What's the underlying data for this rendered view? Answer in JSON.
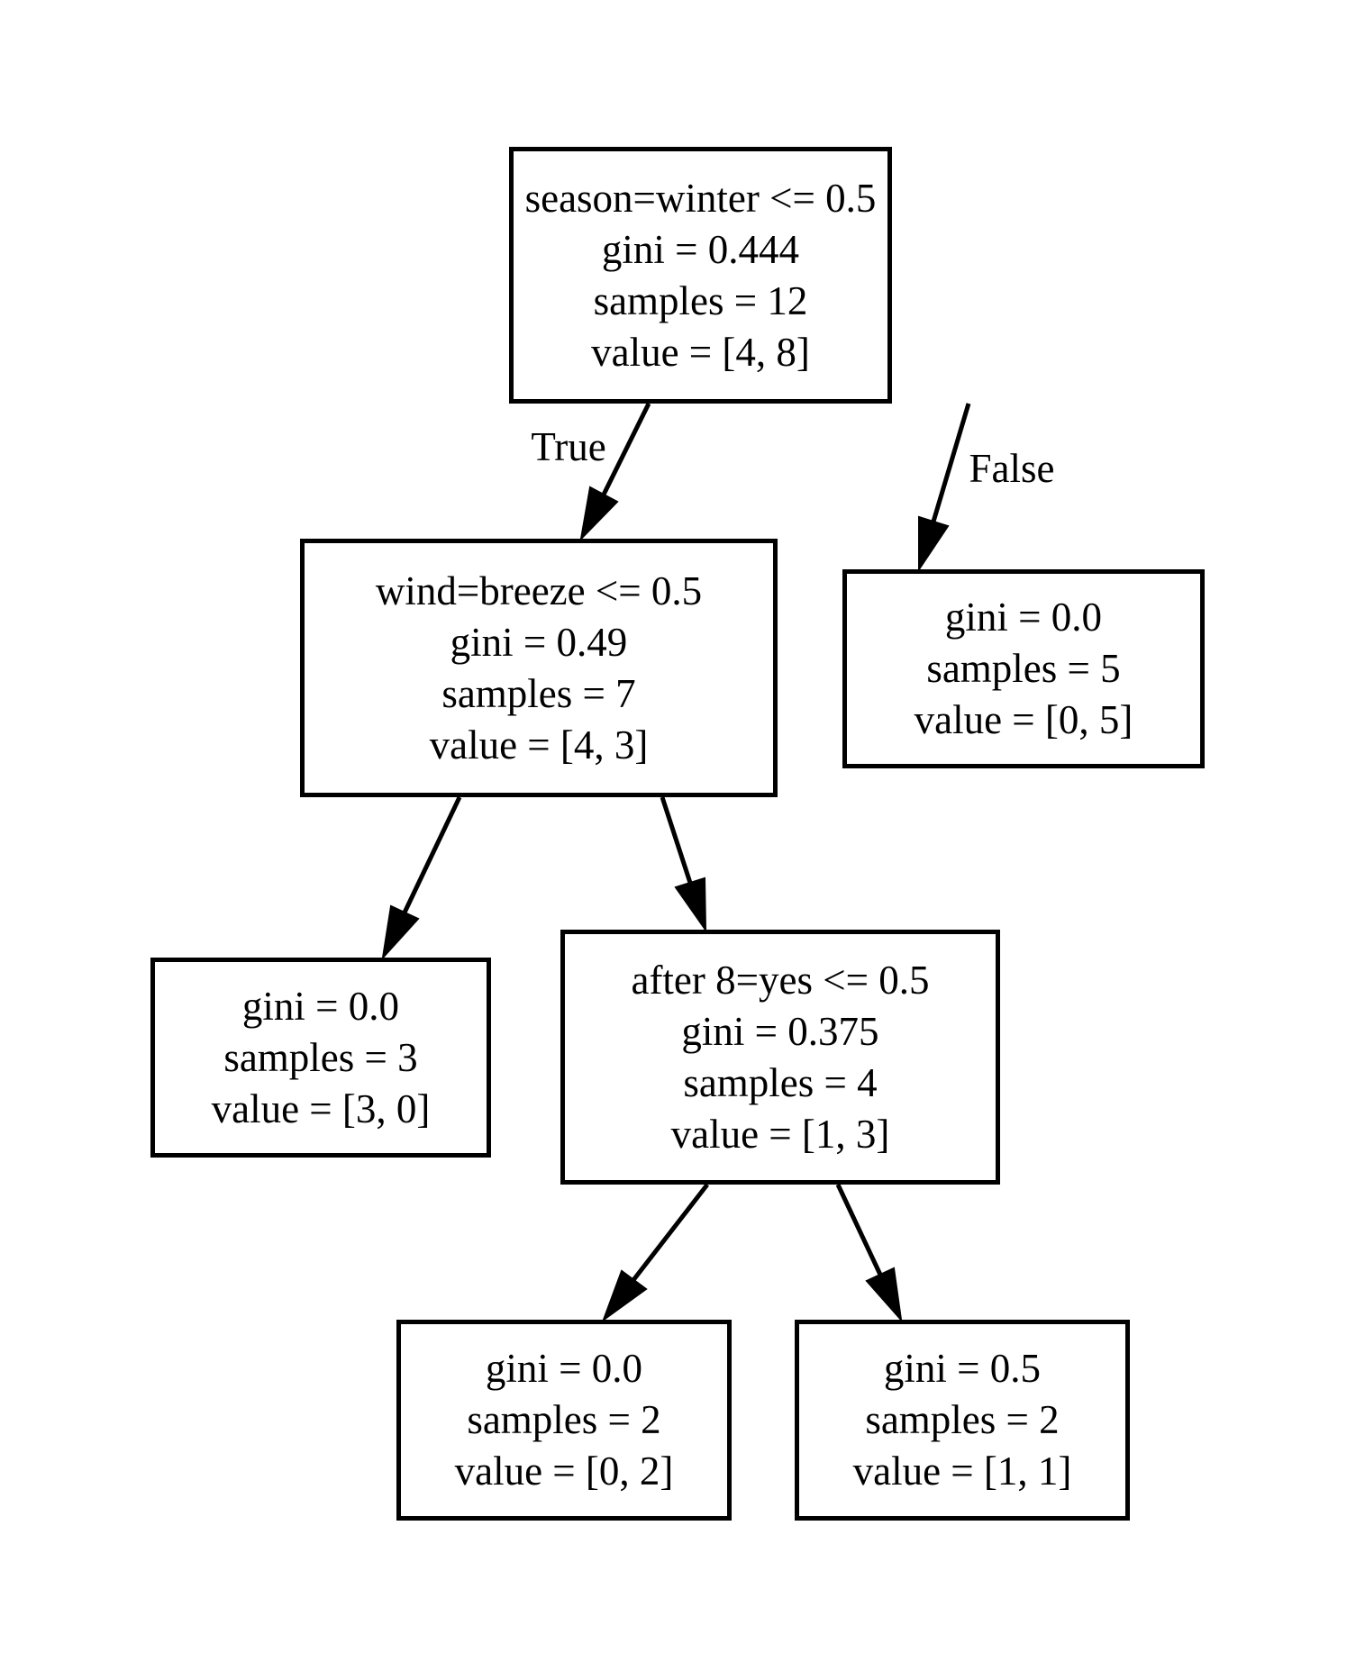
{
  "figure": {
    "type": "decision-tree",
    "criterion": "gini"
  },
  "colors": {
    "background": "#ffffff",
    "node_border": "#000000",
    "edge": "#000000",
    "text": "#000000"
  },
  "nodes": [
    {
      "id": "root",
      "lines": [
        "season=winter <= 0.5",
        "gini = 0.444",
        "samples = 12",
        "value = [4, 8]"
      ]
    },
    {
      "id": "winter-true",
      "lines": [
        "wind=breeze <= 0.5",
        "gini = 0.49",
        "samples = 7",
        "value = [4, 3]"
      ]
    },
    {
      "id": "winter-false",
      "lines": [
        "gini = 0.0",
        "samples = 5",
        "value = [0, 5]"
      ]
    },
    {
      "id": "breeze-true",
      "lines": [
        "gini = 0.0",
        "samples = 3",
        "value = [3, 0]"
      ]
    },
    {
      "id": "breeze-false",
      "lines": [
        "after 8=yes <= 0.5",
        "gini = 0.375",
        "samples = 4",
        "value = [1, 3]"
      ]
    },
    {
      "id": "after8-true",
      "lines": [
        "gini = 0.0",
        "samples = 2",
        "value = [0, 2]"
      ]
    },
    {
      "id": "after8-false",
      "lines": [
        "gini = 0.5",
        "samples = 2",
        "value = [1, 1]"
      ]
    }
  ],
  "edges": [
    {
      "from": "root",
      "to": "winter-true",
      "label": "True"
    },
    {
      "from": "root",
      "to": "winter-false",
      "label": "False"
    },
    {
      "from": "winter-true",
      "to": "breeze-true",
      "label": ""
    },
    {
      "from": "winter-true",
      "to": "breeze-false",
      "label": ""
    },
    {
      "from": "breeze-false",
      "to": "after8-true",
      "label": ""
    },
    {
      "from": "breeze-false",
      "to": "after8-false",
      "label": ""
    }
  ]
}
